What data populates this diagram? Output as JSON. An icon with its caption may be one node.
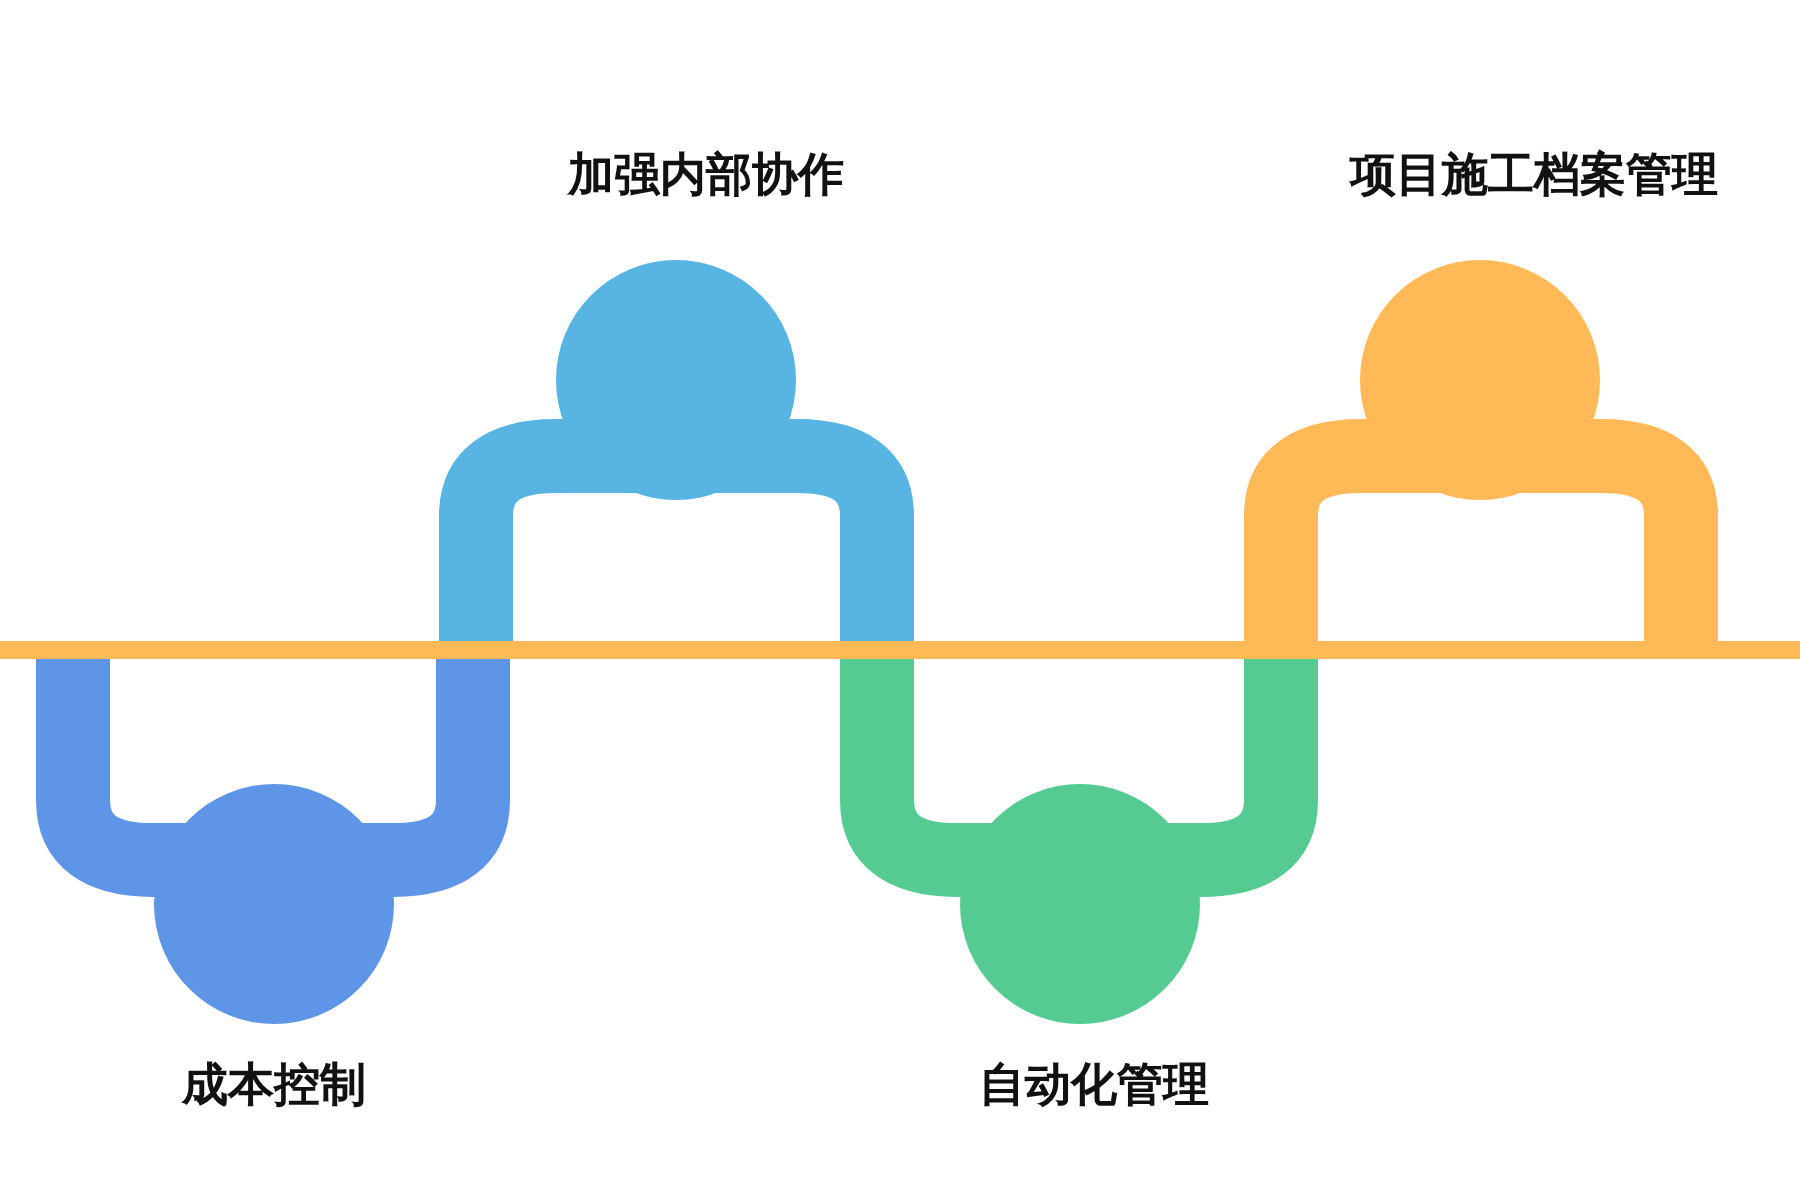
{
  "diagram": {
    "nodes": [
      {
        "text": [
          "成本控制"
        ]
      },
      {
        "text": [
          "加强内部协作"
        ]
      },
      {
        "text": [
          "自动化管理"
        ]
      },
      {
        "text": [
          "项目施工档案管理"
        ]
      }
    ]
  }
}
